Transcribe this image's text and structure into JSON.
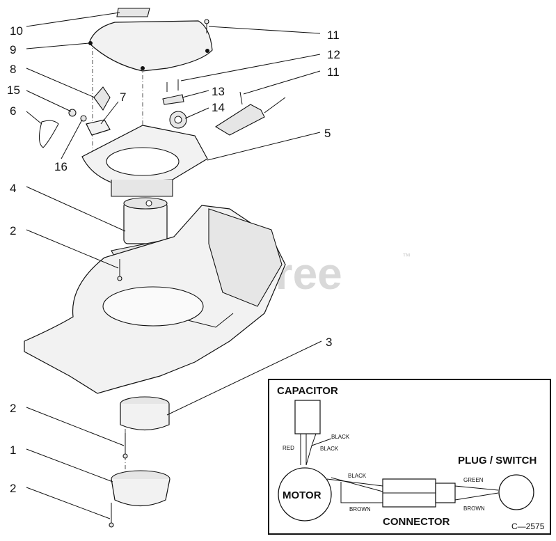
{
  "watermark": {
    "text": "PartsTree",
    "trademark": "™"
  },
  "callouts": [
    "10",
    "9",
    "8",
    "15",
    "7",
    "6",
    "16",
    "11",
    "12",
    "11",
    "13",
    "14",
    "5",
    "4",
    "2",
    "3",
    "2",
    "1",
    "2"
  ],
  "schematic": {
    "capacitor": "CAPACITOR",
    "motor": "MOTOR",
    "connector": "CONNECTOR",
    "plug_switch": "PLUG / SWITCH",
    "wire_red": "RED",
    "wire_black_top": "BLACK",
    "wire_black_side": "BLACK",
    "wire_black_mid": "BLACK",
    "wire_green": "GREEN",
    "wire_brown_left": "BROWN",
    "wire_brown_right": "BROWN"
  },
  "diagram_code": "C—2575"
}
